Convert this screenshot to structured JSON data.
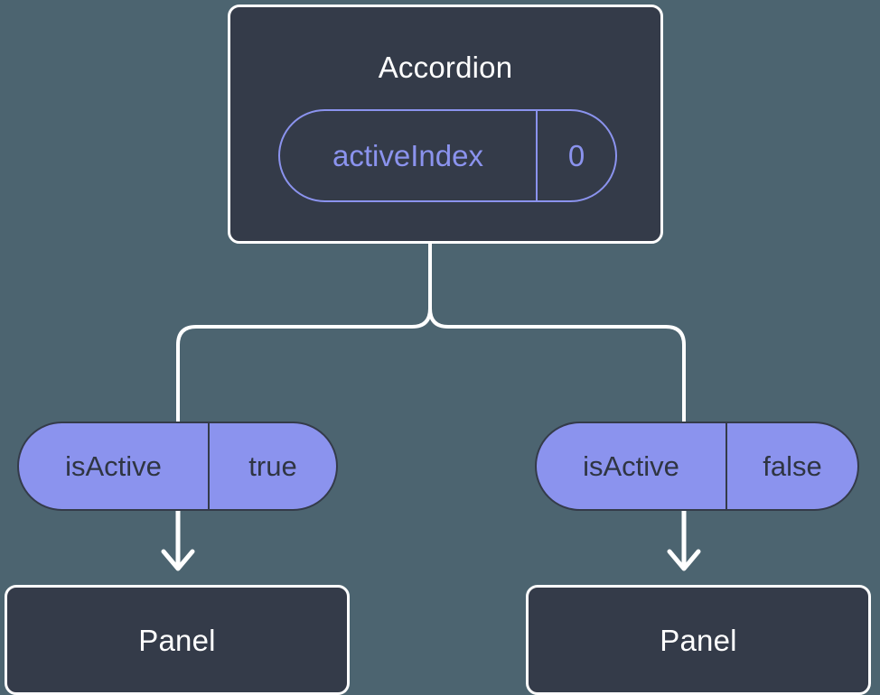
{
  "diagram": {
    "background_color": "#4c6470",
    "node_fill_color": "#343b49",
    "node_border_color": "#ffffff",
    "accent_color": "#8b93ee",
    "edge_color": "#ffffff"
  },
  "root": {
    "title": "Accordion",
    "state_badge": {
      "key": "activeIndex",
      "value": "0"
    }
  },
  "branches": [
    {
      "prop": {
        "key": "isActive",
        "value": "true"
      },
      "child": {
        "title": "Panel"
      }
    },
    {
      "prop": {
        "key": "isActive",
        "value": "false"
      },
      "child": {
        "title": "Panel"
      }
    }
  ]
}
